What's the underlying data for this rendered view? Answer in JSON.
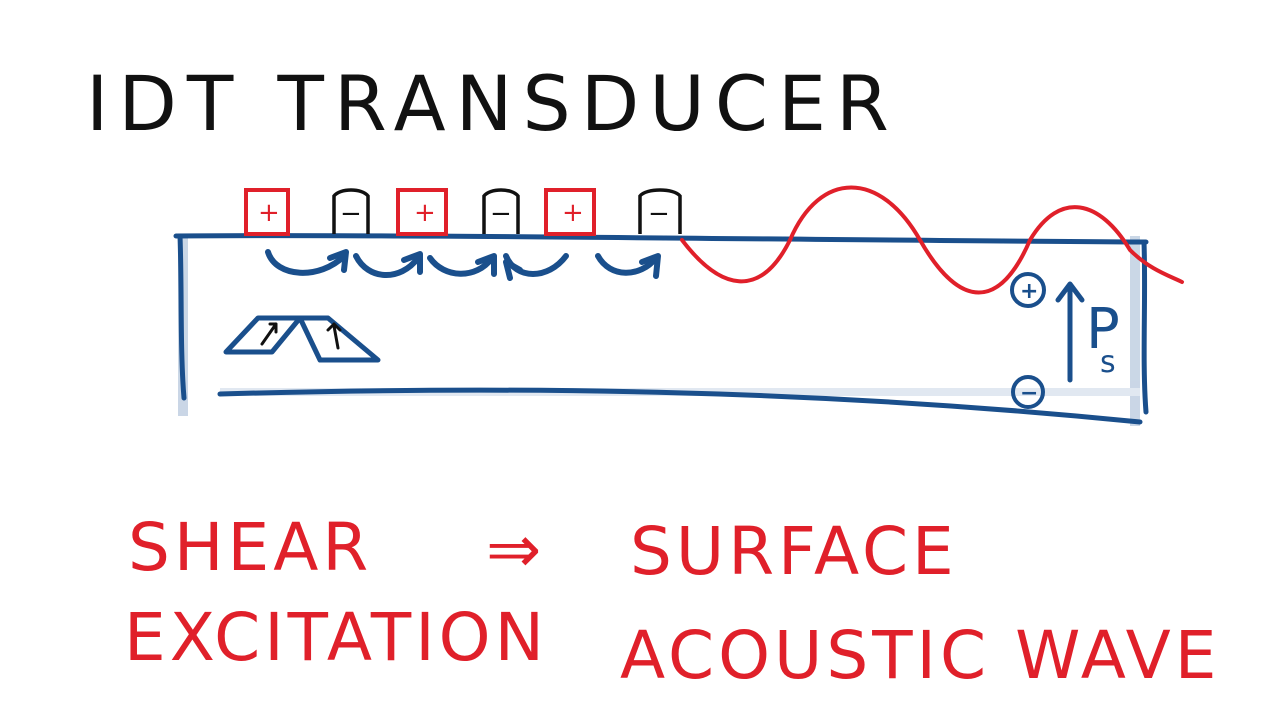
{
  "title": "IDT TRANSDUCER",
  "caption": {
    "line1_left": "SHEAR",
    "arrow": "⇒",
    "line1_right": "SURFACE",
    "line2_left": "EXCITATION",
    "line2_right": "ACOUSTIC WAVE"
  },
  "diagram": {
    "electrodes": [
      {
        "label": "+",
        "color": "#e0202a"
      },
      {
        "label": "−",
        "color": "#111111"
      },
      {
        "label": "+",
        "color": "#e0202a"
      },
      {
        "label": "−",
        "color": "#111111"
      },
      {
        "label": "+",
        "color": "#e0202a"
      },
      {
        "label": "−",
        "color": "#111111"
      }
    ],
    "polarization": {
      "label": "P",
      "subscript": "s",
      "positive": "+",
      "negative": "−"
    }
  },
  "colors": {
    "ink_black": "#111111",
    "ink_red": "#e0202a",
    "ink_blue": "#1a4f8c",
    "shade": "#9fb6d2",
    "background": "#ffffff"
  }
}
